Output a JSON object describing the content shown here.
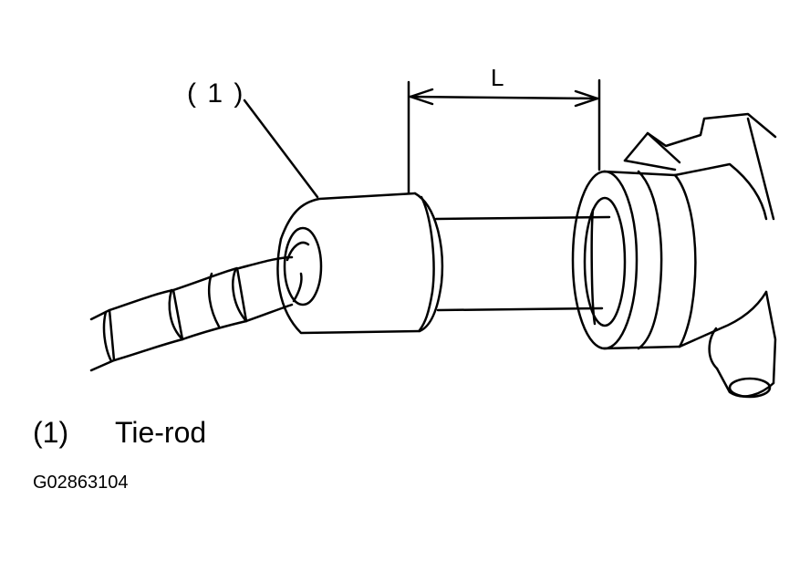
{
  "diagram": {
    "callout": "( 1 )",
    "dimension_label": "L",
    "legend": {
      "number": "(1)",
      "text": "Tie-rod"
    },
    "figure_id": "G02863104"
  }
}
